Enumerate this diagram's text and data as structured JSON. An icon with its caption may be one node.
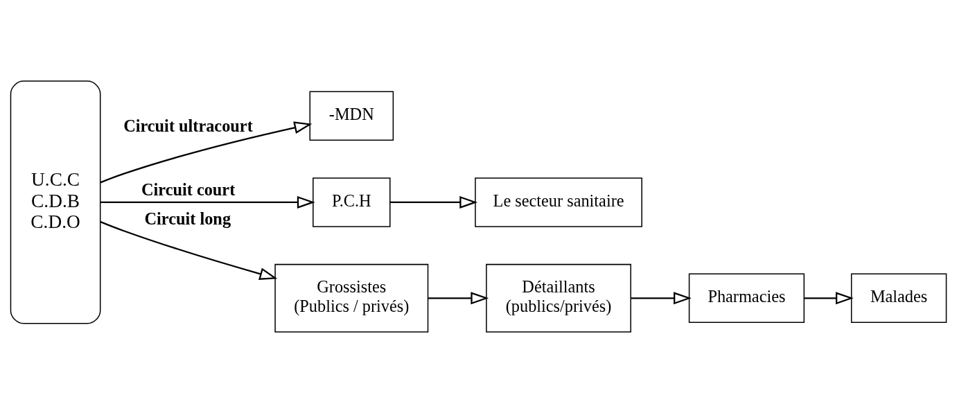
{
  "diagram": {
    "nodes": [
      {
        "text": [
          "U.C.C",
          "C.D.B",
          "C.D.O"
        ]
      },
      {
        "text": [
          "-MDN"
        ]
      },
      {
        "text": [
          "P.C.H"
        ]
      },
      {
        "text": [
          "Le secteur sanitaire"
        ]
      },
      {
        "text": [
          "Grossistes",
          "(Publics / privés)"
        ]
      },
      {
        "text": [
          "Détaillants",
          "(publics/privés)"
        ]
      },
      {
        "text": [
          "Pharmacies"
        ]
      },
      {
        "text": [
          "Malades"
        ]
      }
    ],
    "edges": [
      {
        "from": 0,
        "to": 1,
        "arrow": "to",
        "label": "Circuit ultracourt"
      },
      {
        "from": 0,
        "to": 2,
        "arrow": "to",
        "label": "Circuit court"
      },
      {
        "from": 2,
        "to": 3,
        "arrow": "to"
      },
      {
        "from": 0,
        "to": 4,
        "arrow": "to",
        "label": "Circuit long"
      },
      {
        "from": 4,
        "to": 5,
        "arrow": "to"
      },
      {
        "from": 5,
        "to": 6,
        "arrow": "to"
      },
      {
        "from": 6,
        "to": 7,
        "arrow": "to"
      }
    ]
  }
}
